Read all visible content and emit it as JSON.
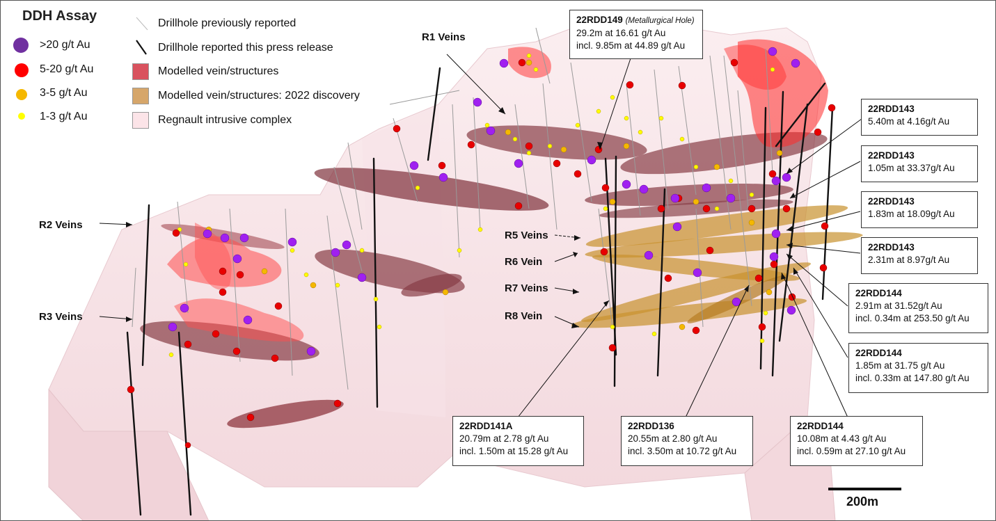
{
  "legend": {
    "title": "DDH Assay",
    "assay_items": [
      {
        "label": ">20 g/t Au",
        "color": "#7030a0"
      },
      {
        "label": "5-20 g/t Au",
        "color": "#ff0000"
      },
      {
        "label": "3-5 g/t Au",
        "color": "#f5b800"
      },
      {
        "label": "1-3 g/t Au",
        "color": "#ffff00"
      }
    ],
    "feature_items": [
      {
        "label": "Drillhole previously reported",
        "icon": "thin-drillhole-line"
      },
      {
        "label": "Drillhole reported this press release",
        "icon": "thick-drillhole-line"
      },
      {
        "label": "Modelled vein/structures",
        "color": "#d9525e"
      },
      {
        "label": "Modelled vein/structures: 2022 discovery",
        "color": "#d6a66a"
      },
      {
        "label": "Regnault intrusive complex",
        "color": "#fce4e8"
      }
    ]
  },
  "vein_labels": {
    "r1": "R1 Veins",
    "r2": "R2 Veins",
    "r3": "R3 Veins",
    "r5": "R5 Veins",
    "r6": "R6 Vein",
    "r7": "R7 Veins",
    "r8": "R8 Vein"
  },
  "callouts": {
    "rdd149": {
      "hole": "22RDD149",
      "note": "(Metallurgical Hole)",
      "line1": "29.2m at 16.61 g/t Au",
      "line2": "incl. 9.85m at 44.89 g/t Au"
    },
    "rdd143a": {
      "hole": "22RDD143",
      "line1": "5.40m at 4.16g/t Au"
    },
    "rdd143b": {
      "hole": "22RDD143",
      "line1": "1.05m at 33.37g/t Au"
    },
    "rdd143c": {
      "hole": "22RDD143",
      "line1": "1.83m at 18.09g/t Au"
    },
    "rdd143d": {
      "hole": "22RDD143",
      "line1": "2.31m at 8.97g/t Au"
    },
    "rdd144a": {
      "hole": "22RDD144",
      "line1": "2.91m at 31.52g/t Au",
      "line2": "incl. 0.34m at 253.50 g/t Au"
    },
    "rdd144b": {
      "hole": "22RDD144",
      "line1": "1.85m at 31.75 g/t Au",
      "line2": "incl. 0.33m at 147.80 g/t Au"
    },
    "rdd141a": {
      "hole": "22RDD141A",
      "line1": "20.79m at 2.78 g/t Au",
      "line2": "incl. 1.50m at 15.28 g/t Au"
    },
    "rdd136": {
      "hole": "22RDD136",
      "line1": "20.55m at 2.80 g/t Au",
      "line2": "incl. 3.50m at 10.72 g/t Au"
    },
    "rdd144c": {
      "hole": "22RDD144",
      "line1": "10.08m at 4.43 g/t Au",
      "line2": "incl. 0.59m at 27.10 g/t Au"
    }
  },
  "scale": {
    "label": "200m"
  }
}
